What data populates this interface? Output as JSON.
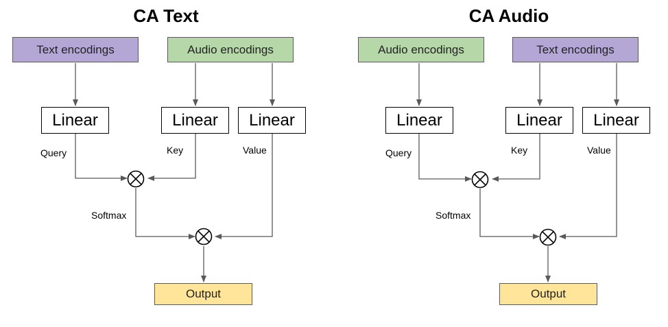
{
  "panels": [
    {
      "title": "CA Text",
      "enc_a": {
        "label": "Text encodings",
        "color": "#b4a7d6"
      },
      "enc_b": {
        "label": "Audio encodings",
        "color": "#b6d7a8"
      },
      "linear": [
        "Linear",
        "Linear",
        "Linear"
      ],
      "labels": {
        "query": "Query",
        "key": "Key",
        "value": "Value",
        "softmax": "Softmax"
      },
      "output": "Output"
    },
    {
      "title": "CA Audio",
      "enc_a": {
        "label": "Audio encodings",
        "color": "#b6d7a8"
      },
      "enc_b": {
        "label": "Text encodings",
        "color": "#b4a7d6"
      },
      "linear": [
        "Linear",
        "Linear",
        "Linear"
      ],
      "labels": {
        "query": "Query",
        "key": "Key",
        "value": "Value",
        "softmax": "Softmax"
      },
      "output": "Output"
    }
  ],
  "symbols": {
    "multiply": "otimes-icon"
  },
  "colors": {
    "output": "#ffe599",
    "arrow": "#595959"
  }
}
